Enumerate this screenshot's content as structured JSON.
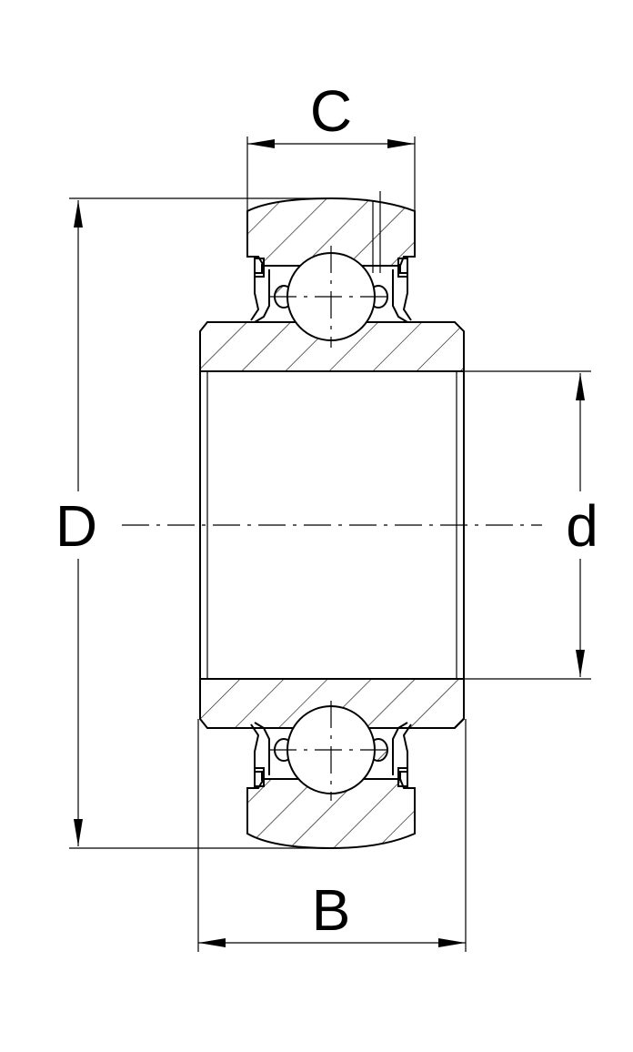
{
  "labels": {
    "outer_diameter": "D",
    "bore_diameter": "d",
    "outer_ring_width": "C",
    "inner_ring_width": "B"
  },
  "colors": {
    "line": "#000000",
    "background": "#ffffff"
  }
}
